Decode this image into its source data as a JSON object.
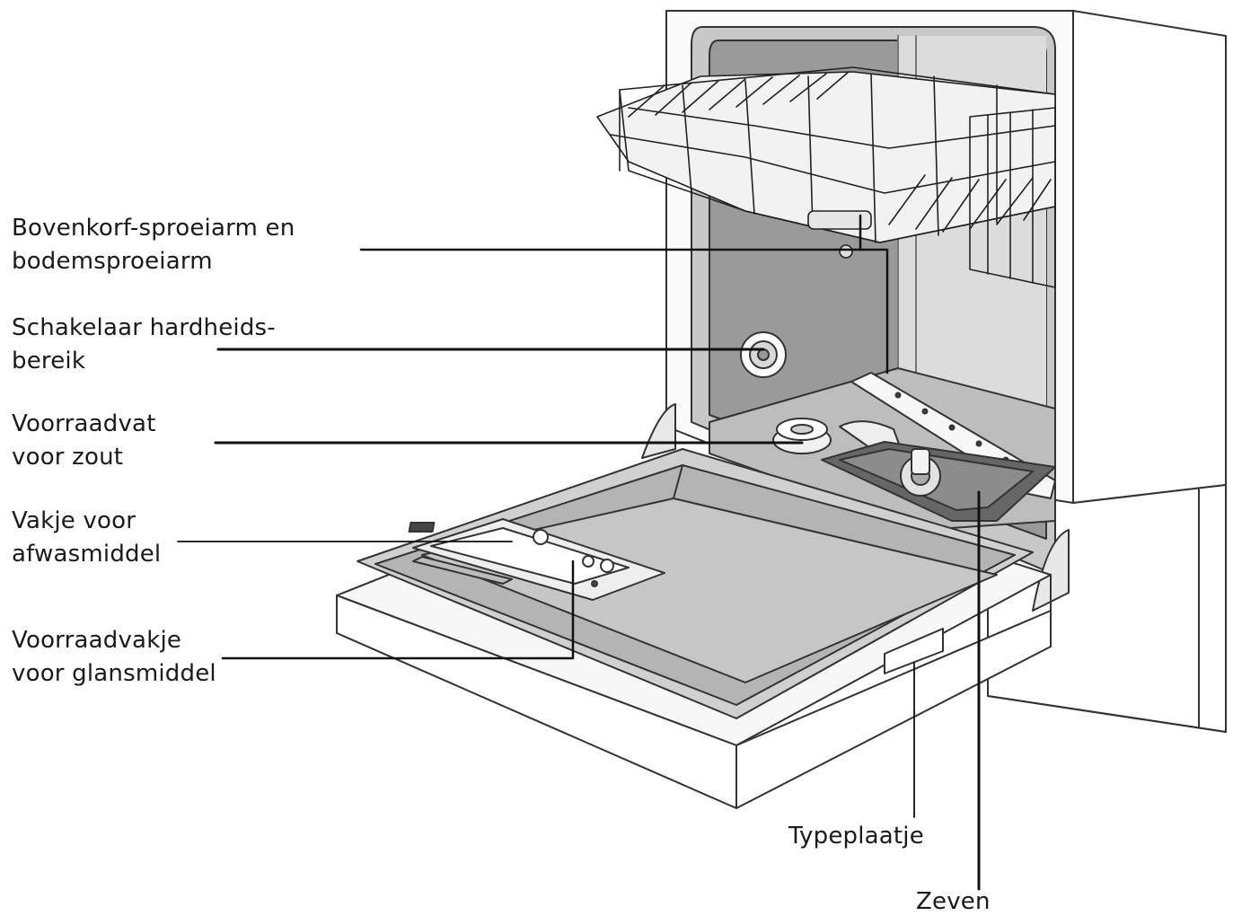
{
  "labels": {
    "spray_arms": {
      "line1": "Bovenkorf-sproeiarm en",
      "line2": "bodemsproeiarm"
    },
    "hardness_switch": {
      "line1": "Schakelaar hardheids-",
      "line2": "bereik"
    },
    "salt_reservoir": {
      "line1": "Voorraadvat",
      "line2": "voor zout"
    },
    "detergent_compartment": {
      "line1": "Vakje voor",
      "line2": "afwasmiddel"
    },
    "rinse_aid_reservoir": {
      "line1": "Voorraadvakje",
      "line2": "voor glansmiddel"
    },
    "type_plate": "Typeplaatje",
    "filters": "Zeven"
  }
}
